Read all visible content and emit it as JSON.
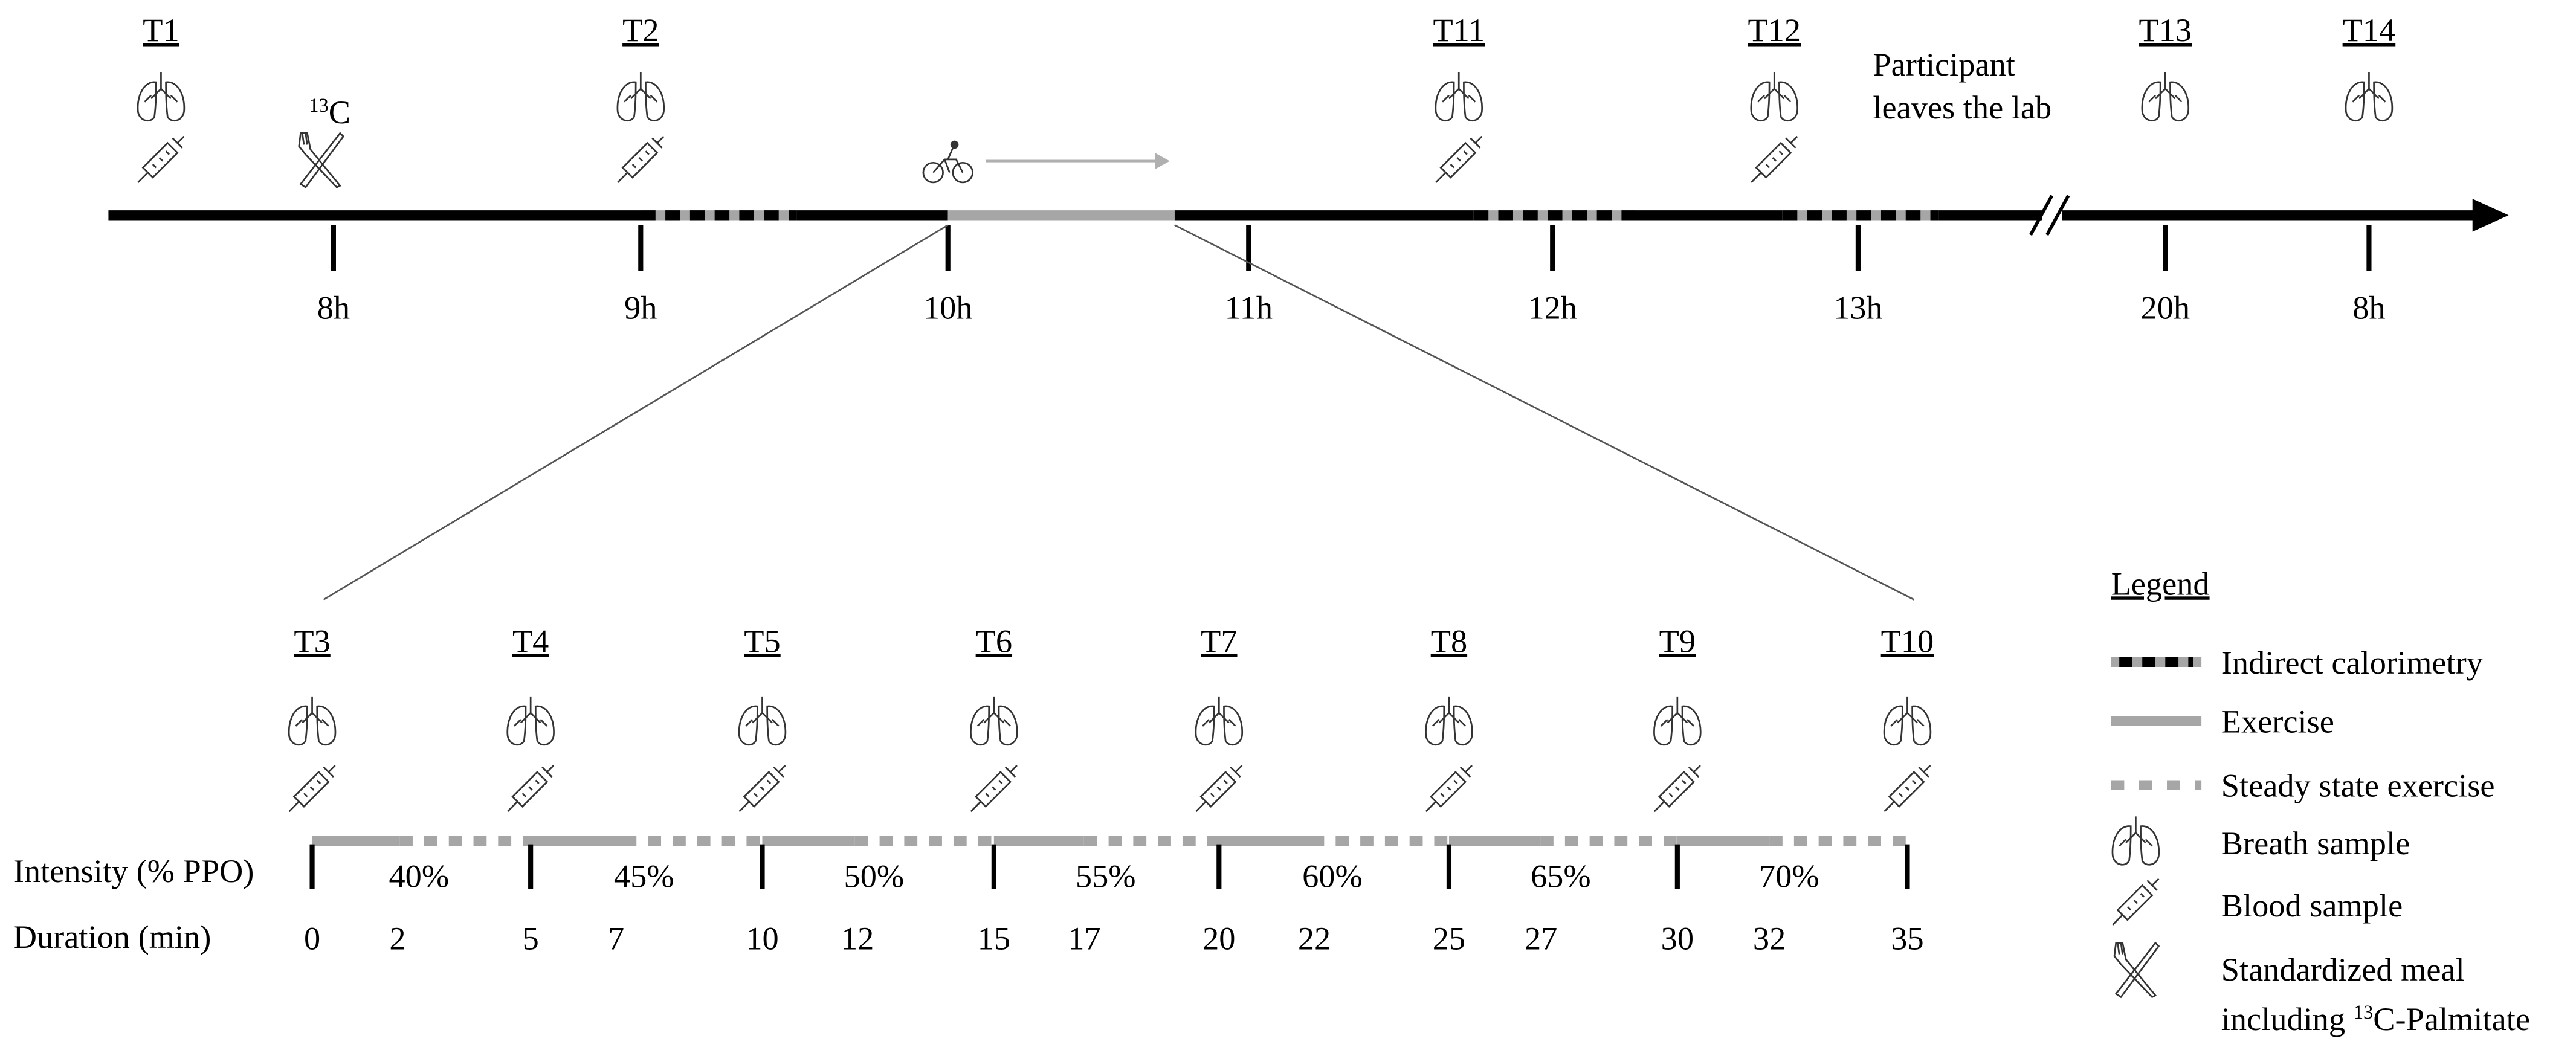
{
  "top_timeline": {
    "timepoints": [
      {
        "label": "T1",
        "breath": true,
        "blood": true
      },
      {
        "label": "T2",
        "breath": true,
        "blood": true
      },
      {
        "label": "T11",
        "breath": true,
        "blood": true
      },
      {
        "label": "T12",
        "breath": true,
        "blood": true
      },
      {
        "label": "T13",
        "breath": true,
        "blood": false
      },
      {
        "label": "T14",
        "breath": true,
        "blood": false
      }
    ],
    "ticks": [
      "8h",
      "9h",
      "10h",
      "11h",
      "12h",
      "13h",
      "20h",
      "8h"
    ],
    "meal_label_sup": "13",
    "meal_label": "C",
    "leave_note": [
      "Participant",
      "leaves the lab"
    ]
  },
  "exercise_timeline": {
    "timepoints": [
      "T3",
      "T4",
      "T5",
      "T6",
      "T7",
      "T8",
      "T9",
      "T10"
    ],
    "intensity_label": "Intensity (% PPO)",
    "duration_label": "Duration (min)",
    "intensities": [
      "40%",
      "45%",
      "50%",
      "55%",
      "60%",
      "65%",
      "70%"
    ],
    "durations": [
      "0",
      "2",
      "5",
      "7",
      "10",
      "12",
      "15",
      "17",
      "20",
      "22",
      "25",
      "27",
      "30",
      "32",
      "35"
    ]
  },
  "legend": {
    "title": "Legend",
    "items": [
      {
        "icon": "indirect-calorimetry-line",
        "label": "Indirect calorimetry"
      },
      {
        "icon": "exercise-line",
        "label": "Exercise"
      },
      {
        "icon": "steady-state-line",
        "label": "Steady state exercise"
      },
      {
        "icon": "lungs-icon",
        "label": "Breath sample"
      },
      {
        "icon": "syringe-icon",
        "label": "Blood sample"
      },
      {
        "icon": "fork-knife-icon",
        "label": "Standardized meal"
      }
    ],
    "meal_line2_prefix": "including ",
    "meal_line2_sup": "13",
    "meal_line2_rest": "C-Palmitate"
  },
  "colors": {
    "black": "#000000",
    "exercise_gray": "#a6a6a6",
    "arrow_gray": "#b0b0b0"
  }
}
